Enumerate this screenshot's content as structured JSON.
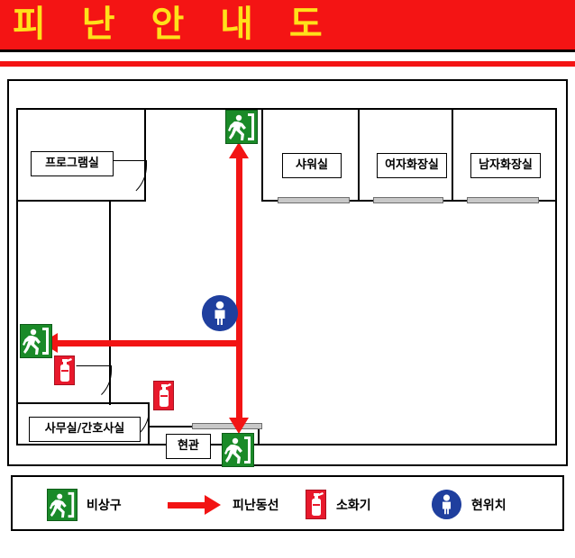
{
  "title": {
    "text": "피 난 안 내 도",
    "banner_color": "#f41414",
    "text_color": "#ffe11a"
  },
  "map": {
    "rooms": [
      {
        "name": "program-room",
        "label": "프로그램실"
      },
      {
        "name": "shower-room",
        "label": "샤워실"
      },
      {
        "name": "womens-restroom",
        "label": "여자화장실"
      },
      {
        "name": "mens-restroom",
        "label": "남자화장실"
      },
      {
        "name": "office-nurse",
        "label": "사무실/간호사실"
      },
      {
        "name": "entrance-hall",
        "label": "현관"
      }
    ],
    "icons": {
      "exit_sign": "emergency-exit-icon",
      "extinguisher": "fire-extinguisher-icon",
      "you_are_here": "current-location-icon"
    },
    "route_color": "#f21414"
  },
  "legend": {
    "items": [
      {
        "icon": "emergency-exit-icon",
        "label": "비상구"
      },
      {
        "icon": "evacuation-route-arrow",
        "label": "피난동선"
      },
      {
        "icon": "fire-extinguisher-icon",
        "label": "소화기"
      },
      {
        "icon": "current-location-icon",
        "label": "현위치"
      }
    ]
  }
}
